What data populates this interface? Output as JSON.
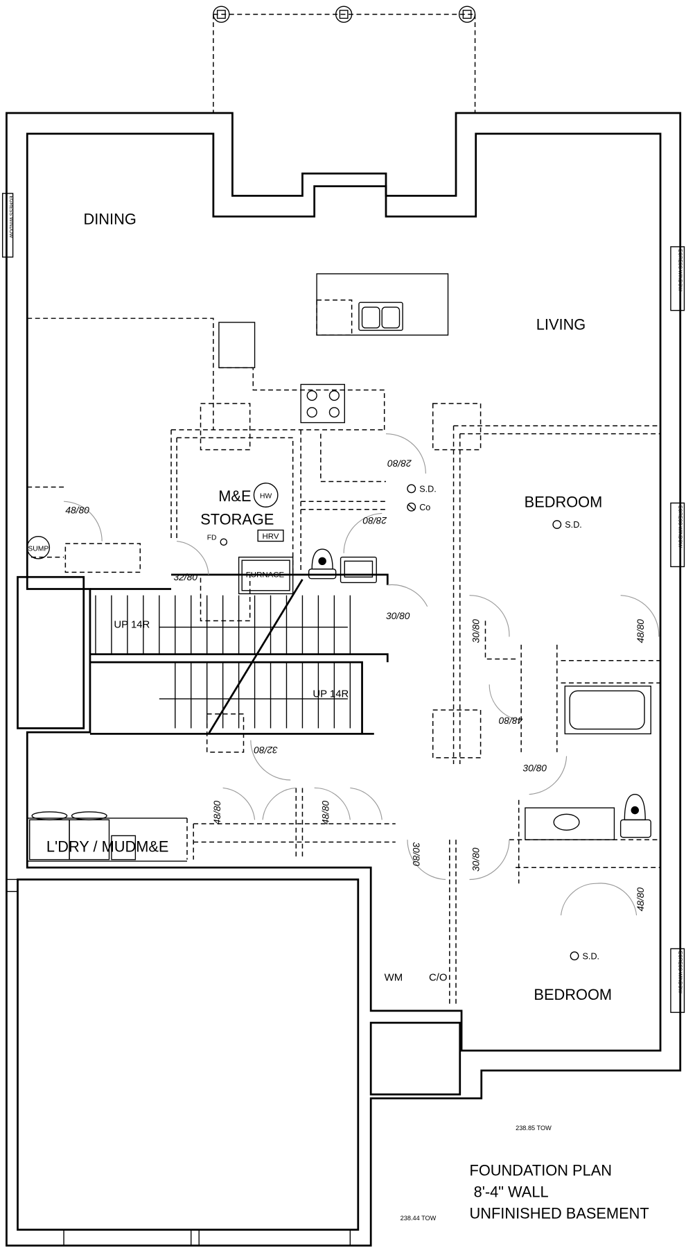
{
  "title_block": {
    "line1": "FOUNDATION PLAN",
    "line2": " 8'-4\" WALL",
    "line3": "UNFINISHED BASEMENT"
  },
  "elevations": {
    "tow_right": "238.85 TOW",
    "tow_left": "238.44 TOW"
  },
  "rooms": {
    "dining": "DINING",
    "living": "LIVING",
    "bedroom_upper": "BEDROOM",
    "bedroom_lower": "BEDROOM",
    "me_line1": "M&E",
    "me_line2": "STORAGE",
    "laundry": "L'DRY / MUDM&E"
  },
  "fixtures": {
    "hw": "HW",
    "hrv": "HRV",
    "fd": "FD",
    "furnace": "FURNACE",
    "sump": "SUMP",
    "wm": "WM",
    "co_cleanout": "C/O",
    "sd1": "S.D.",
    "co1": "Co",
    "sd2": "S.D.",
    "sd3": "S.D."
  },
  "stairs": {
    "upper": "UP 14R",
    "lower": "UP 14R"
  },
  "egress": [
    "EGRESS WINDOW",
    "EGRESS WINDOW",
    "EGRESS WINDOW",
    "EGRESS WINDOW"
  ],
  "doors": [
    "48/80",
    "32/80",
    "28/80",
    "28/80",
    "30/80",
    "30/80",
    "48/80",
    "48/80",
    "30/80",
    "32/80",
    "48/80",
    "48/80",
    "30/80",
    "30/80",
    "48/80"
  ]
}
